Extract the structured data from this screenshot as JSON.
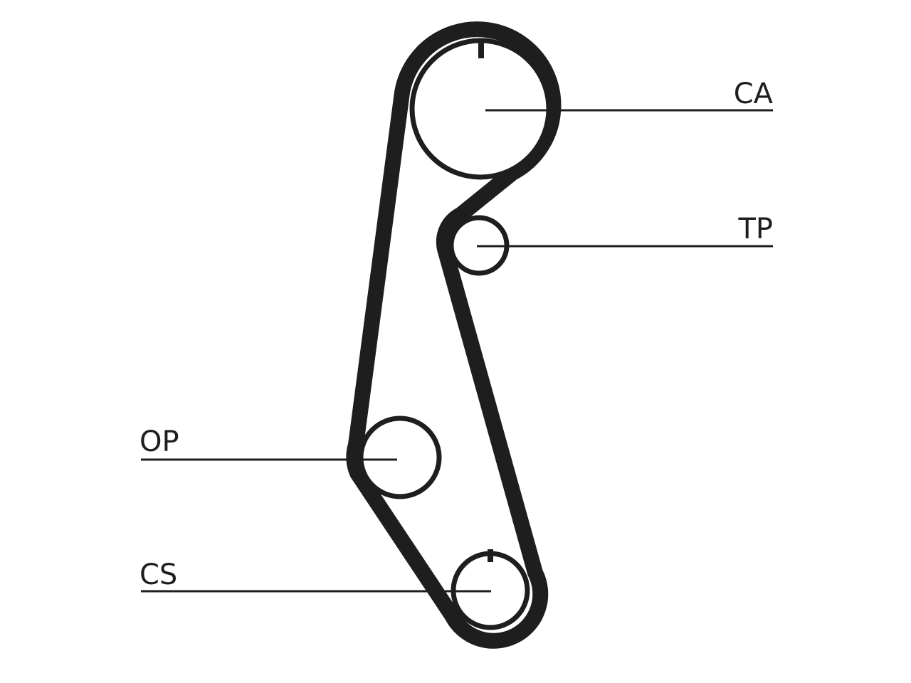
{
  "labels": {
    "ca": "CA",
    "tp": "TP",
    "op": "OP",
    "cs": "CS"
  },
  "colors": {
    "ink": "#1e1e1e",
    "background": "#ffffff"
  }
}
